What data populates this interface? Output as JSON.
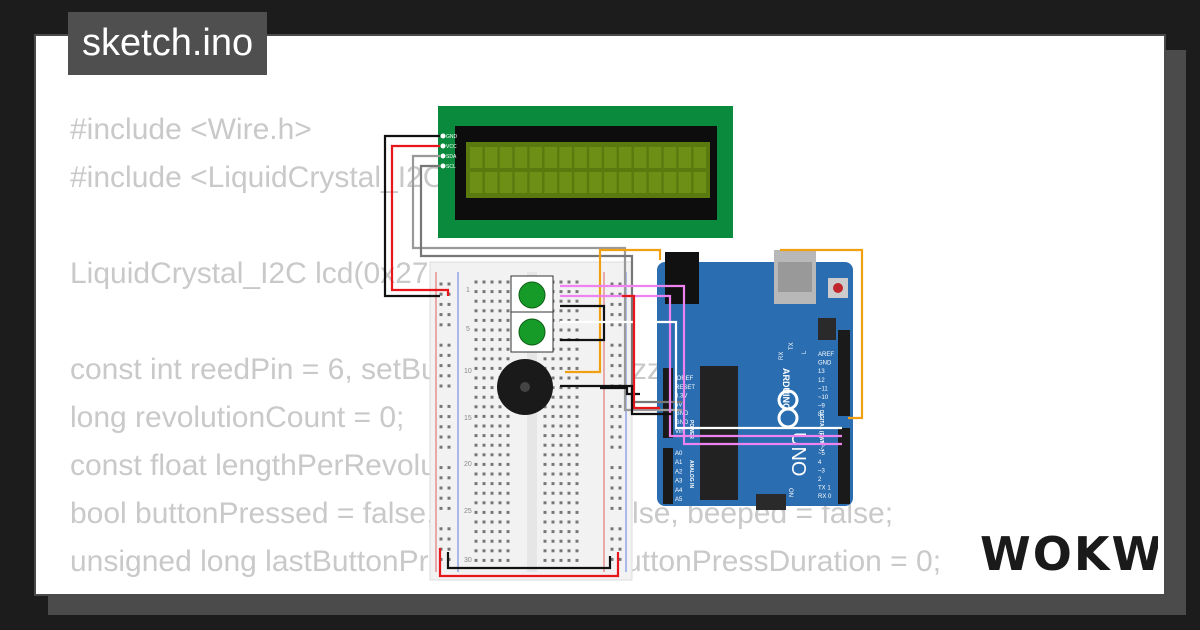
{
  "file": {
    "name": "sketch.ino"
  },
  "code_lines": [
    "#include <Wire.h>",
    "#include <LiquidCrystal_I2C.h>",
    "",
    "LiquidCrystal_I2C lcd(0x27, 16, 2);",
    "",
    "const int reedPin = 6, setButtonPin = 7, buzzerPin = 8;",
    "long revolutionCount = 0;",
    "const float lengthPerRevolution = 0.5;",
    "bool buttonPressed = false, reedState = false, beeped = false;",
    "unsigned long lastButtonPressTime = 0, buttonPressDuration = 0;"
  ],
  "lcd": {
    "pins": [
      "GND",
      "VCC",
      "SDA",
      "SCL"
    ]
  },
  "arduino": {
    "brand": "ARDUINO",
    "model": "UNO",
    "power_labels": [
      "IOREF",
      "RESET",
      "3.3V",
      "5V",
      "GND",
      "GND",
      "Vin"
    ],
    "power_header": "POWER",
    "analog_labels": [
      "A0",
      "A1",
      "A2",
      "A3",
      "A4",
      "A5"
    ],
    "analog_header": "ANALOG IN",
    "digital_top": [
      "AREF",
      "GND",
      "13",
      "12",
      "~11",
      "~10",
      "~9",
      "8"
    ],
    "digital_bottom": [
      "7",
      "~6",
      "~5",
      "4",
      "~3",
      "2",
      "TX 1",
      "RX 0"
    ],
    "digital_header": "DIGITAL (PWM ~)",
    "tx_label": "TX",
    "rx_label": "RX",
    "l_label": "L",
    "on_label": "ON"
  },
  "breadboard": {
    "row_labels": [
      "1",
      "5",
      "10",
      "15",
      "20",
      "25",
      "30"
    ]
  },
  "brand": {
    "logo_text": "WOKWi"
  },
  "colors": {
    "lcd_green": "#0a8a3c",
    "lcd_screen": "#5a7a10",
    "arduino_blue": "#2a6db0",
    "wire_red": "#e8151b",
    "wire_orange": "#f0a010",
    "wire_pink": "#ee82ee"
  }
}
